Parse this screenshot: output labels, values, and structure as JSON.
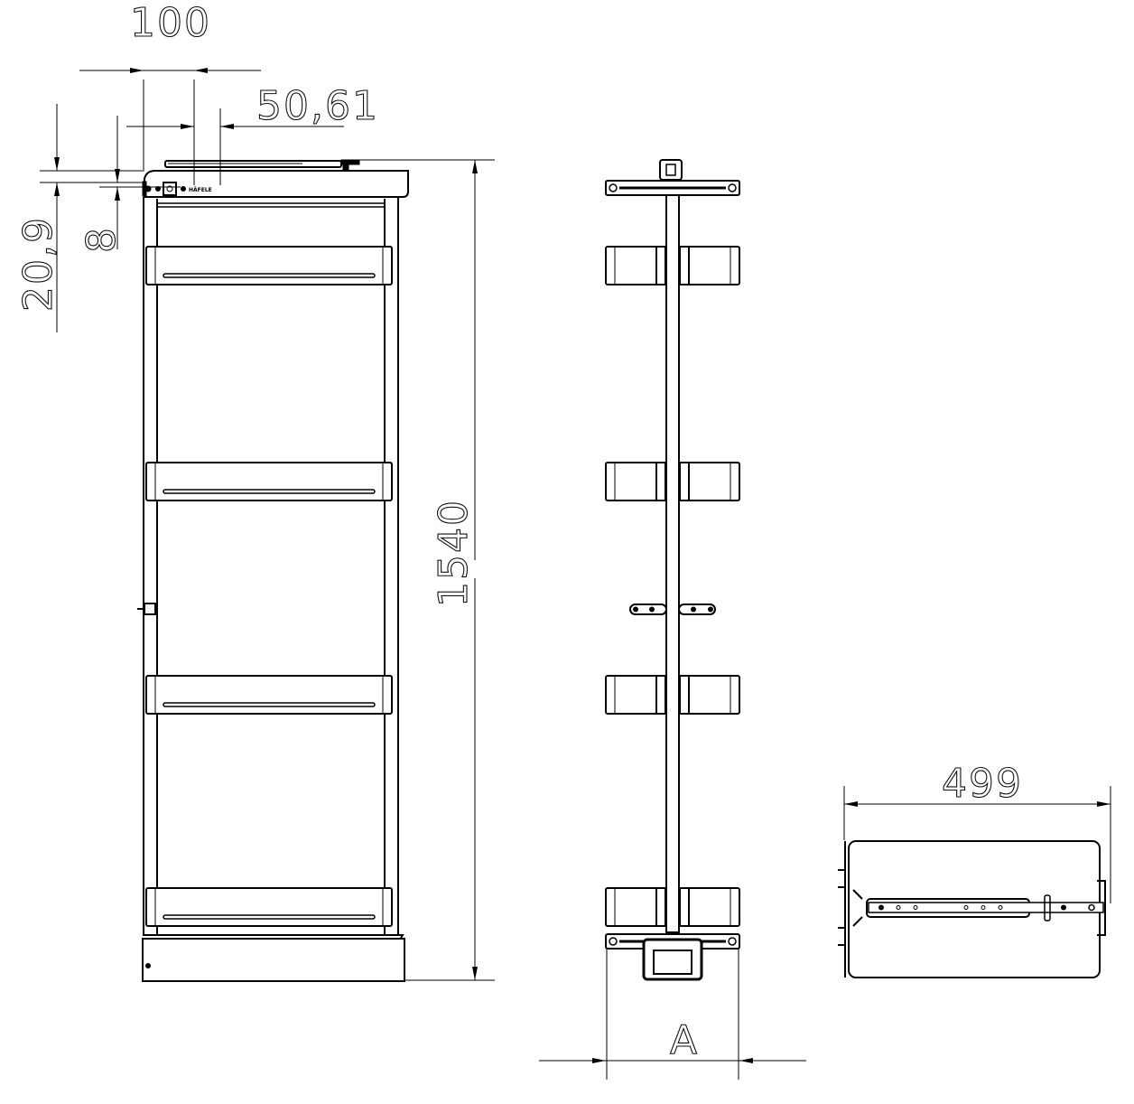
{
  "drawing": {
    "type": "technical-drawing",
    "views": [
      "front-view",
      "side-view",
      "top-view"
    ],
    "colors": {
      "line": "#000000",
      "background": "#ffffff"
    }
  },
  "front_view": {
    "brand_label": "HÄFELE",
    "dimensions": {
      "top_width": "100",
      "offset": "50,61",
      "left_offset": "20,9",
      "small_offset": "8",
      "height": "1540"
    },
    "shelves_count": 4
  },
  "side_view": {
    "dimensions": {
      "width": "A"
    },
    "basket_pairs": 4
  },
  "top_view": {
    "dimensions": {
      "depth": "499"
    }
  }
}
